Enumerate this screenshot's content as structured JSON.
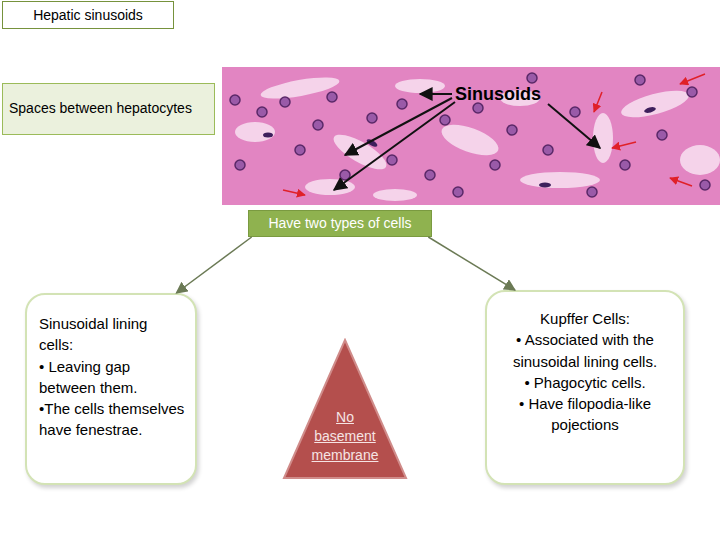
{
  "diagram": {
    "title": "Hepatic sinusoids",
    "nodes": [
      {
        "text": [
          "Spaces between hepatocytes"
        ]
      },
      {
        "text": [
          "Have two types of cells"
        ]
      },
      {
        "text": [
          "Sinusoidal lining cells:",
          "• Leaving gap between them.",
          "•The cells themselves have fenestrae."
        ]
      },
      {
        "text": [
          "No basement membrane"
        ]
      },
      {
        "text": [
          "Kupffer Cells:",
          "• Associated with the sinusoidal lining cells.",
          "• Phagocytic cells.",
          "• Have filopodia-like pojections"
        ]
      }
    ],
    "edges": [
      {
        "from": 1,
        "to": 2,
        "arrow": "to"
      },
      {
        "from": 1,
        "to": 4,
        "arrow": "to"
      }
    ],
    "labels": [
      "Sinusoids"
    ]
  }
}
